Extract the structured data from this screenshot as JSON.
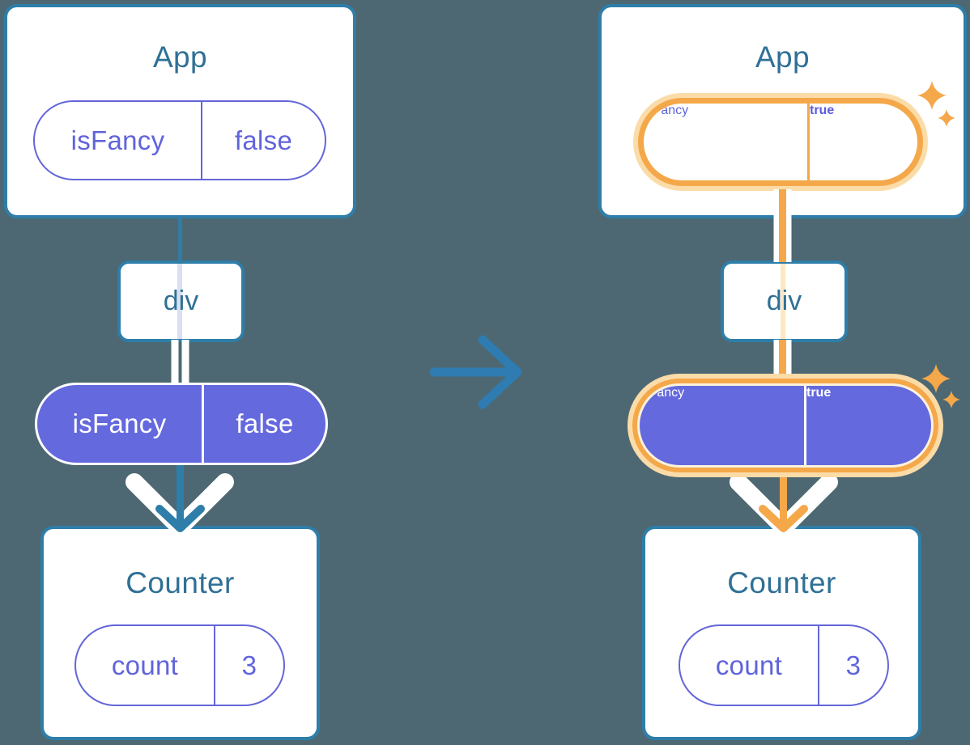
{
  "colors": {
    "background": "#4D6872",
    "card_border_blue": "#2E7EA9",
    "title_text_blue": "#2F7096",
    "purple_outline": "#6366D8",
    "purple_text": "#6064DB",
    "purple_fill": "#6569DE",
    "lavender_trace": "#D9E0F2",
    "orange_highlight": "#F4A84A",
    "orange_halo": "#FBDCA8",
    "orange_pale_trace": "#FCE8C6",
    "transition_arrow_blue": "#2E7CB2",
    "white": "#FFFFFF"
  },
  "left_tree": {
    "app": {
      "title": "App",
      "prop": {
        "name": "isFancy",
        "value": "false"
      }
    },
    "div_node": {
      "label": "div"
    },
    "passed_prop": {
      "name": "isFancy",
      "value": "false"
    },
    "counter": {
      "title": "Counter",
      "state": {
        "name": "count",
        "value": "3"
      }
    }
  },
  "right_tree": {
    "app": {
      "title": "App",
      "prop": {
        "name": "isFancy",
        "value": "true"
      }
    },
    "div_node": {
      "label": "div"
    },
    "passed_prop": {
      "name": "isFancy",
      "value": "true"
    },
    "counter": {
      "title": "Counter",
      "state": {
        "name": "count",
        "value": "3"
      }
    }
  },
  "icons": {
    "transition": "right-arrow-icon",
    "props_flow": "down-arrow-icon",
    "highlight": "sparkle-icon"
  }
}
